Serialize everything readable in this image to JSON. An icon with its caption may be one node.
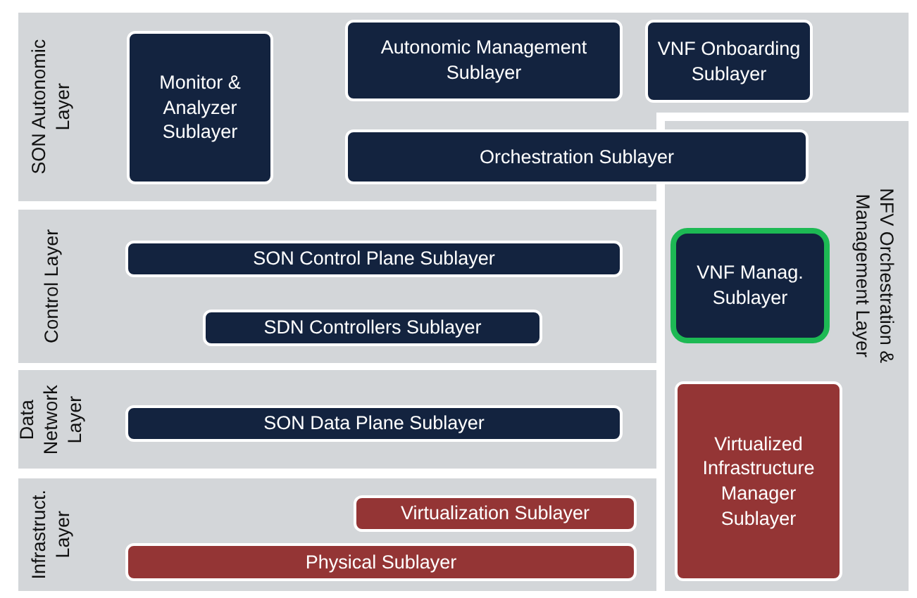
{
  "diagram": {
    "nodes": [
      {
        "text": [
          "SON Autonomic Layer"
        ]
      },
      {
        "text": [
          "Monitor & Analyzer Sublayer"
        ],
        "in": 0
      },
      {
        "text": [
          "Autonomic Management Sublayer"
        ],
        "in": 0
      },
      {
        "text": [
          "VNF Onboarding Sublayer"
        ],
        "in": 0
      },
      {
        "text": [
          "Orchestration Sublayer"
        ],
        "in": 0
      },
      {
        "text": [
          "Control Layer"
        ]
      },
      {
        "text": [
          "SON Control Plane Sublayer"
        ],
        "in": 5
      },
      {
        "text": [
          "SDN Controllers Sublayer"
        ],
        "in": 5
      },
      {
        "text": [
          "Data Network Layer"
        ]
      },
      {
        "text": [
          "SON Data Plane Sublayer"
        ],
        "in": 8
      },
      {
        "text": [
          "Infrastruct. Layer"
        ]
      },
      {
        "text": [
          "Virtualization Sublayer"
        ],
        "in": 10
      },
      {
        "text": [
          "Physical Sublayer"
        ],
        "in": 10
      },
      {
        "text": [
          "NFV Orchestration & Management Layer"
        ]
      },
      {
        "text": [
          "VNF Manag. Sublayer"
        ],
        "in": 13
      },
      {
        "text": [
          "Virtualized Infrastructure Manager Sublayer"
        ],
        "in": 13
      }
    ]
  }
}
